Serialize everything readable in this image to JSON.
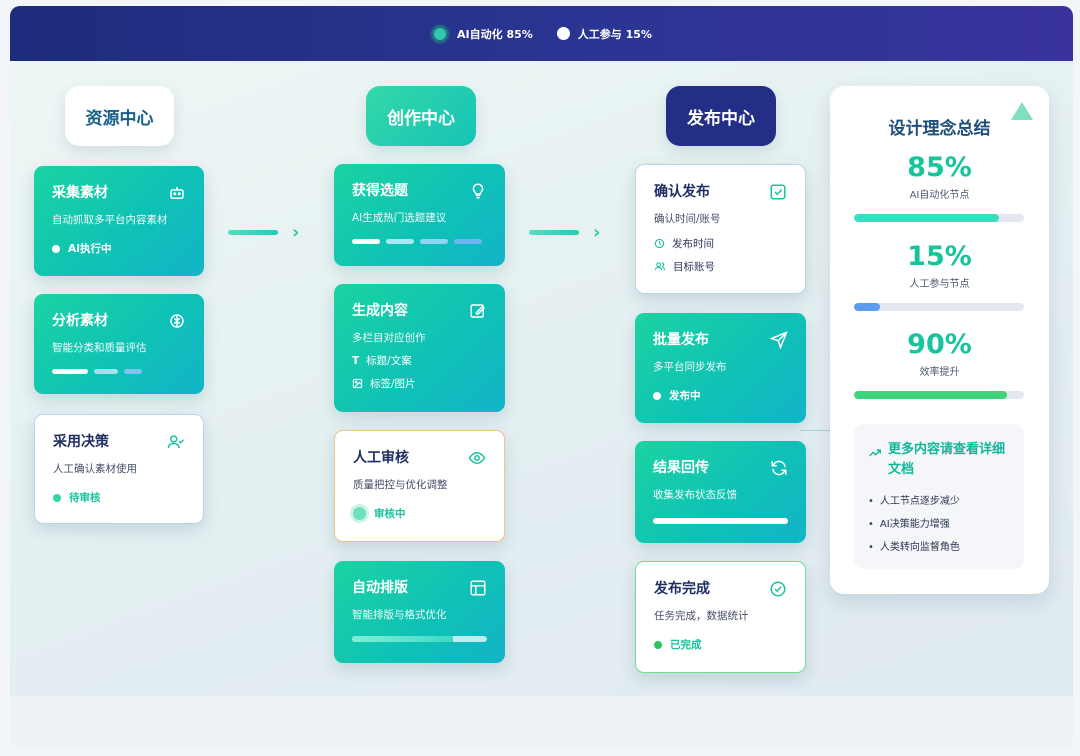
{
  "legend": {
    "ai": "AI自动化 85%",
    "human": "人工参与 15%"
  },
  "columns": {
    "resource": {
      "title": "资源中心",
      "cards": [
        {
          "title": "采集素材",
          "desc": "自动抓取多平台内容素材",
          "status": "AI执行中",
          "icon": "robot-icon"
        },
        {
          "title": "分析素材",
          "desc": "智能分类和质量评估",
          "icon": "brain-icon"
        },
        {
          "title": "采用决策",
          "desc": "人工确认素材使用",
          "status": "待审核",
          "icon": "user-check-icon"
        }
      ]
    },
    "creation": {
      "title": "创作中心",
      "cards": [
        {
          "title": "获得选题",
          "desc": "AI生成热门选题建议",
          "icon": "lightbulb-icon"
        },
        {
          "title": "生成内容",
          "desc": "多栏目对应创作",
          "sub1": "标题/文案",
          "sub2": "标签/图片",
          "icon": "edit-icon"
        },
        {
          "title": "人工审核",
          "desc": "质量把控与优化调整",
          "status": "审核中",
          "icon": "eye-icon"
        },
        {
          "title": "自动排版",
          "desc": "智能排版与格式优化",
          "icon": "layout-icon",
          "progress": 0.75
        }
      ]
    },
    "publish": {
      "title": "发布中心",
      "cards": [
        {
          "title": "确认发布",
          "desc": "确认时间/账号",
          "sub1": "发布时间",
          "sub2": "目标账号",
          "icon": "check-square-icon"
        },
        {
          "title": "批量发布",
          "desc": "多平台同步发布",
          "status": "发布中",
          "icon": "send-icon"
        },
        {
          "title": "结果回传",
          "desc": "收集发布状态反馈",
          "icon": "refresh-icon"
        },
        {
          "title": "发布完成",
          "desc": "任务完成，数据统计",
          "status": "已完成",
          "icon": "check-circle-icon"
        }
      ]
    }
  },
  "summary": {
    "title": "设计理念总结",
    "metrics": [
      {
        "value": "85%",
        "label": "AI自动化节点",
        "fraction": 0.85,
        "color": "#35dfc0"
      },
      {
        "value": "15%",
        "label": "人工参与节点",
        "fraction": 0.15,
        "color": "#5b9cf0"
      },
      {
        "value": "90%",
        "label": "效率提升",
        "fraction": 0.9,
        "color": "#3fd37a"
      }
    ],
    "notes_title": "更多内容请查看详细文档",
    "notes": [
      "人工节点逐步减少",
      "AI决策能力增强",
      "人类转向监督角色"
    ]
  },
  "colors": {
    "accent": "#16c59c",
    "navy": "#232e86",
    "orange_border": "#f3c48a",
    "green_border": "#6fdf96"
  }
}
